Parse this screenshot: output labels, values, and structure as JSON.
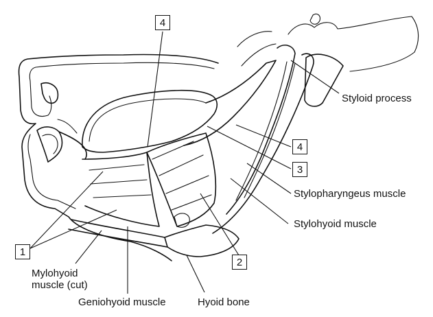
{
  "labels": {
    "styloid_process": "Styloid process",
    "stylopharyngeus": "Stylopharyngeus muscle",
    "stylohyoid": "Stylohyoid muscle",
    "mylohyoid_line1": "Mylohyoid",
    "mylohyoid_line2": "muscle (cut)",
    "geniohyoid": "Geniohyoid muscle",
    "hyoid_bone": "Hyoid bone"
  },
  "markers": {
    "top": "4",
    "right_upper": "4",
    "right_lower": "3",
    "left": "1",
    "bottom": "2"
  }
}
